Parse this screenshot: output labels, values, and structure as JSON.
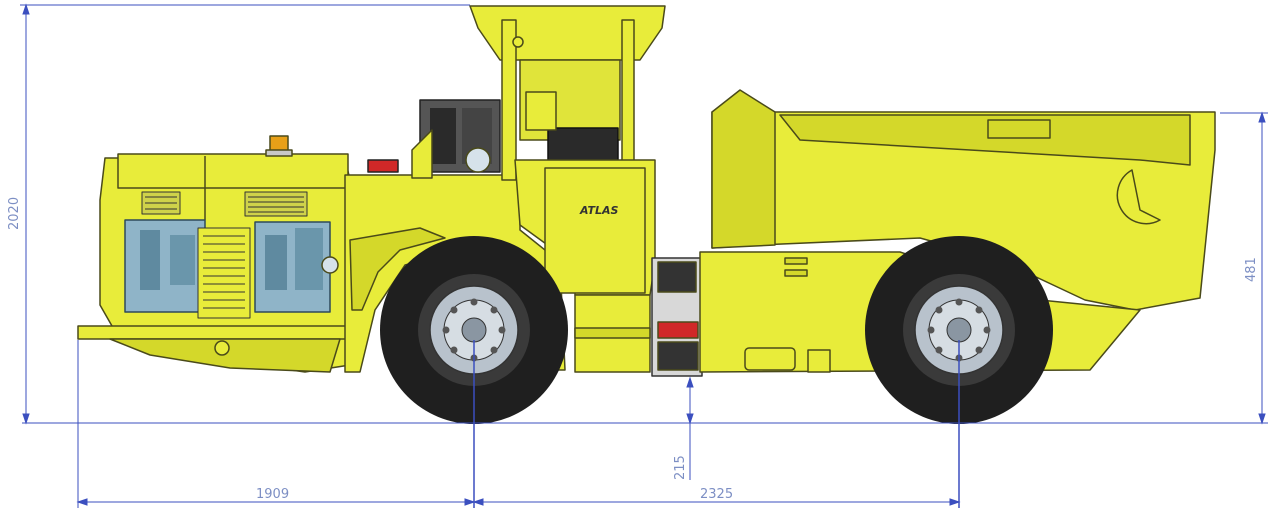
{
  "drawing": {
    "subject": "underground mining truck side elevation",
    "colors": {
      "body": "#e8ec3a",
      "body_shade": "#d4d82a",
      "outline": "#4a4a1a",
      "tire": "#1f1f1f",
      "hub": "#b8c2cc",
      "dimension": "#3b4fbf",
      "dimension_text": "#7d8fc4",
      "engine": "#8fb4c8",
      "beacon": "#e8a018",
      "hose_red": "#d02828"
    },
    "cab_logo": "ATLAS",
    "dimensions": {
      "overall_height": "2020",
      "box_height": "481",
      "ground_clearance": "215",
      "front_to_axle": "1909",
      "wheelbase": "2325"
    }
  }
}
